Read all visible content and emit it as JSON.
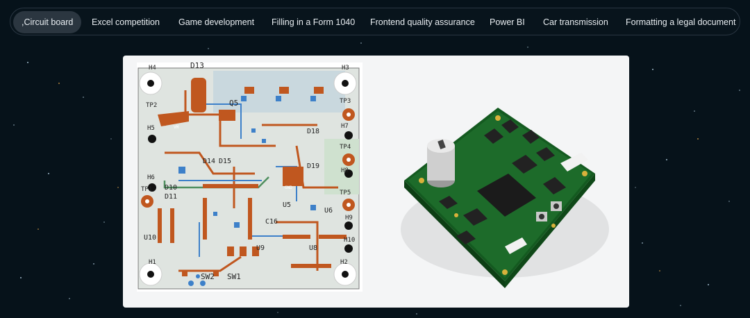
{
  "tabs": [
    {
      "label": ",Circuit board",
      "active": true
    },
    {
      "label": "Excel competition",
      "active": false
    },
    {
      "label": "Game development",
      "active": false
    },
    {
      "label": "Filling in a Form 1040",
      "active": false
    },
    {
      "label": "Frontend quality assurance",
      "active": false
    },
    {
      "label": "Power BI",
      "active": false
    },
    {
      "label": "Car transmission",
      "active": false
    },
    {
      "label": "Formatting a legal document",
      "active": false
    }
  ],
  "pcb_labels": {
    "h1": "H1",
    "h2": "H2",
    "h3": "H3",
    "h4": "H4",
    "h5": "H5",
    "h6": "H6",
    "h7": "H7",
    "h8": "H8",
    "h9": "H9",
    "h10": "H10",
    "tp1": "TP1",
    "tp2": "TP2",
    "tp3": "TP3",
    "tp4": "TP4",
    "tp5": "TP5",
    "d13": "D13",
    "d10": "D10",
    "d11": "D11",
    "d14": "D14",
    "d15": "D15",
    "d18": "D18",
    "d19": "D19",
    "q5": "Q5",
    "c16": "C16",
    "u10": "U10",
    "u9": "U9",
    "u8": "U8",
    "u6": "U6",
    "u5": "U5",
    "sw1": "SW1",
    "sw2": "SW2",
    "gnd": "GND",
    "vm": "VM"
  },
  "colors": {
    "background": "#06121a",
    "tab_active_bg": "#2b3640",
    "pcb_copper": "#c0571f",
    "pcb_blue": "#3d80c9",
    "board_green": "#1d6b2a"
  }
}
